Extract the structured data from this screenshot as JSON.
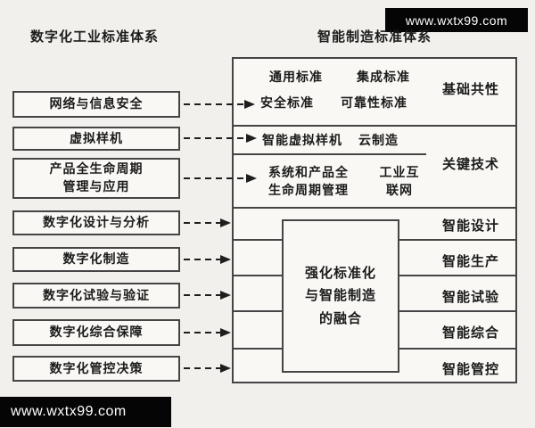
{
  "watermarks": {
    "top": "www.wxtx99.com",
    "bottom": "www.wxtx99.com"
  },
  "headers": {
    "left": "数字化工业标准体系",
    "right": "智能制造标准体系"
  },
  "left_boxes": [
    {
      "label": "网络与信息安全"
    },
    {
      "label": "虚拟样机"
    },
    {
      "label": "产品全生命周期\n管理与应用"
    },
    {
      "label": "数字化设计与分析"
    },
    {
      "label": "数字化制造"
    },
    {
      "label": "数字化试验与验证"
    },
    {
      "label": "数字化综合保障"
    },
    {
      "label": "数字化管控决策"
    }
  ],
  "right_panel": {
    "row1": {
      "items": [
        "通用标准",
        "集成标准",
        "安全标准",
        "可靠性标准"
      ],
      "label": "基础共性"
    },
    "row2": {
      "items": [
        "智能虚拟样机",
        "云制造"
      ]
    },
    "row3": {
      "items": [
        "系统和产品全\n生命周期管理",
        "工业互\n联网"
      ],
      "label": "关键技术"
    },
    "center_box": "强化标准化\n与智能制造\n的融合",
    "row_labels": [
      "智能设计",
      "智能生产",
      "智能试验",
      "智能综合",
      "智能管控"
    ]
  }
}
